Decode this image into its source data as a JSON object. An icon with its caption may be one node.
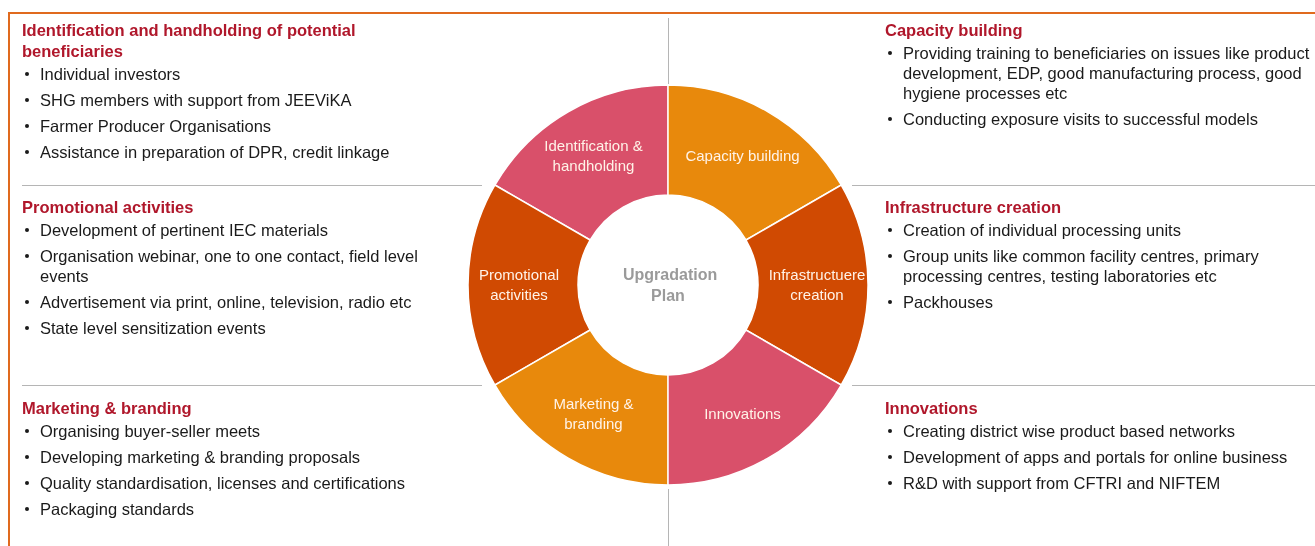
{
  "diagram": {
    "nodes": [
      {
        "text": [
          "Identification and handholding of potential beneficiaries",
          "Individual investors",
          "SHG members with support from JEEViKA",
          "Farmer Producer Organisations",
          "Assistance in preparation of DPR, credit linkage"
        ]
      },
      {
        "text": [
          "Capacity building",
          "Providing training to beneficiaries on issues like product development, EDP, good manufacturing process, good hygiene processes etc",
          "Conducting exposure visits to successful models"
        ]
      },
      {
        "text": [
          "Identification & handholding"
        ]
      },
      {
        "text": [
          "Capacity building"
        ]
      },
      {
        "text": [
          "Promotional activities",
          "Development of pertinent IEC materials",
          "Organisation webinar, one to one contact, field level events",
          "Advertisement via print, online, television, radio etc",
          "State level sensitization events"
        ]
      },
      {
        "text": [
          "Promotional activities"
        ]
      },
      {
        "text": [
          "Upgradation Plan"
        ]
      },
      {
        "text": [
          "Infrastructuere creation"
        ]
      },
      {
        "text": [
          "Infrastructure creation",
          "Creation of individual processing units",
          "Group units like common facility centres, primary processing centres, testing laboratories etc",
          "Packhouses"
        ]
      },
      {
        "text": [
          "Marketing & branding",
          "Organising buyer-seller meets",
          "Developing marketing & branding proposals",
          "Quality standardisation, licenses and certifications",
          "Packaging standards"
        ]
      },
      {
        "text": [
          "Marketing & branding"
        ]
      },
      {
        "text": [
          "Innovations"
        ]
      },
      {
        "text": [
          "Innovations",
          "Creating district wise product based networks",
          "Development of apps and portals for online business",
          "R&D with support from CFTRI and NIFTEM"
        ]
      }
    ]
  }
}
